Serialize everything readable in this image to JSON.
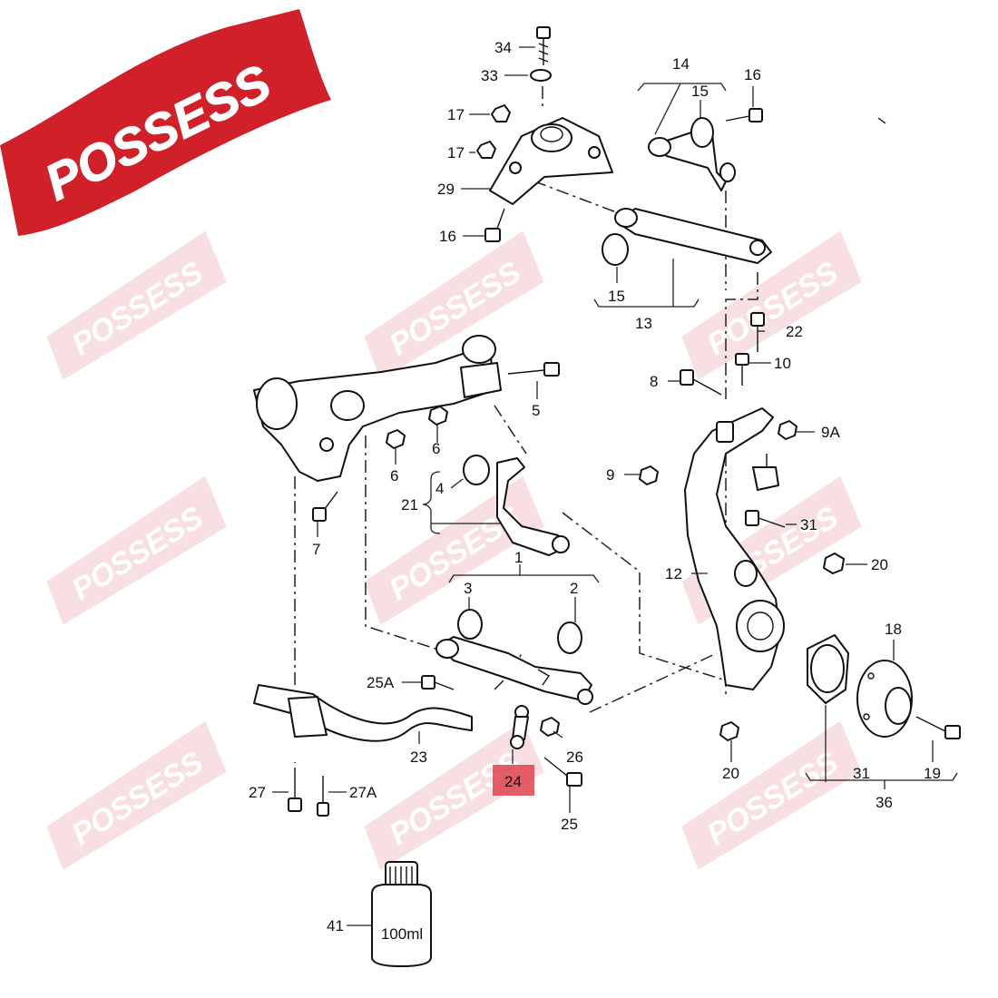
{
  "brand": {
    "name": "POSSESS",
    "color": "#d0202a",
    "watermark_color": "#f2c5c8"
  },
  "highlight_color": "#e0434f",
  "bottle_label": "100ml",
  "callouts": {
    "c34": "34",
    "c33": "33",
    "c17a": "17",
    "c17b": "17",
    "c29": "29",
    "c16a": "16",
    "c14": "14",
    "c15a": "15",
    "c16b": "16",
    "c15b": "15",
    "c13": "13",
    "c22": "22",
    "c10": "10",
    "c8": "8",
    "c9a": "9A",
    "c9": "9",
    "c5": "5",
    "c6a": "6",
    "c6b": "6",
    "c7": "7",
    "c4": "4",
    "c21": "21",
    "c31a": "31",
    "c12": "12",
    "c20a": "20",
    "c1": "1",
    "c3": "3",
    "c2": "2",
    "c25a": "25A",
    "c18": "18",
    "c26": "26",
    "c23": "23",
    "c24": "24",
    "c20b": "20",
    "c31b": "31",
    "c19": "19",
    "c36": "36",
    "c27": "27",
    "c27a": "27A",
    "c25": "25",
    "c41": "41"
  }
}
